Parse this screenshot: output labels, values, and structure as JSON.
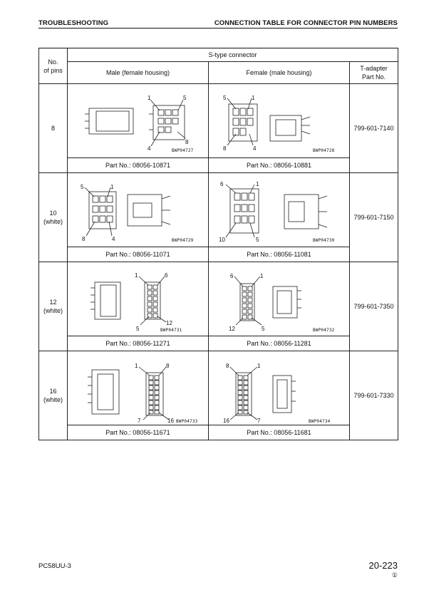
{
  "header": {
    "left": "TROUBLESHOOTING",
    "right": "CONNECTION TABLE FOR CONNECTOR PIN NUMBERS"
  },
  "table": {
    "col_pins": "No. of pins",
    "col_pins_l1": "No.",
    "col_pins_l2": "of pins",
    "group": "S-type connector",
    "col_male": "Male (female housing)",
    "col_female": "Female (male housing)",
    "col_adapter_l1": "T-adapter",
    "col_adapter_l2": "Part No.",
    "rows": [
      {
        "pins": "8",
        "color": "",
        "male_part": "Part No.: 08056-10871",
        "female_part": "Part No.: 08056-10881",
        "adapter": "799-601-7140",
        "male_code": "BWP04727",
        "female_code": "BWP04728",
        "male_pins": [
          "1",
          "5",
          "4",
          "8"
        ],
        "female_pins": [
          "5",
          "1",
          "8",
          "4"
        ]
      },
      {
        "pins": "10",
        "color": "(white)",
        "male_part": "Part No.: 08056-11071",
        "female_part": "Part No.: 08056-11081",
        "adapter": "799-601-7150",
        "male_code": "BWP04729",
        "female_code": "BWP04730",
        "male_pins": [
          "5",
          "1",
          "8",
          "4"
        ],
        "female_pins": [
          "6",
          "1",
          "10",
          "5"
        ]
      },
      {
        "pins": "12",
        "color": "(white)",
        "male_part": "Part No.: 08056-11271",
        "female_part": "Part No.: 08056-11281",
        "adapter": "799-601-7350",
        "male_code": "BWP04731",
        "female_code": "BWP04732",
        "male_pins": [
          "1",
          "6",
          "5",
          "12"
        ],
        "female_pins": [
          "6",
          "1",
          "12",
          "5"
        ]
      },
      {
        "pins": "16",
        "color": "(white)",
        "male_part": "Part No.: 08056-11671",
        "female_part": "Part No.: 08056-11681",
        "adapter": "799-601-7330",
        "male_code": "BWP04733",
        "female_code": "BWP04734",
        "male_pins": [
          "1",
          "8",
          "7",
          "16"
        ],
        "female_pins": [
          "8",
          "1",
          "16",
          "7"
        ]
      }
    ]
  },
  "footer": {
    "model": "PC58UU-3",
    "page": "20-223",
    "mark": "①"
  }
}
